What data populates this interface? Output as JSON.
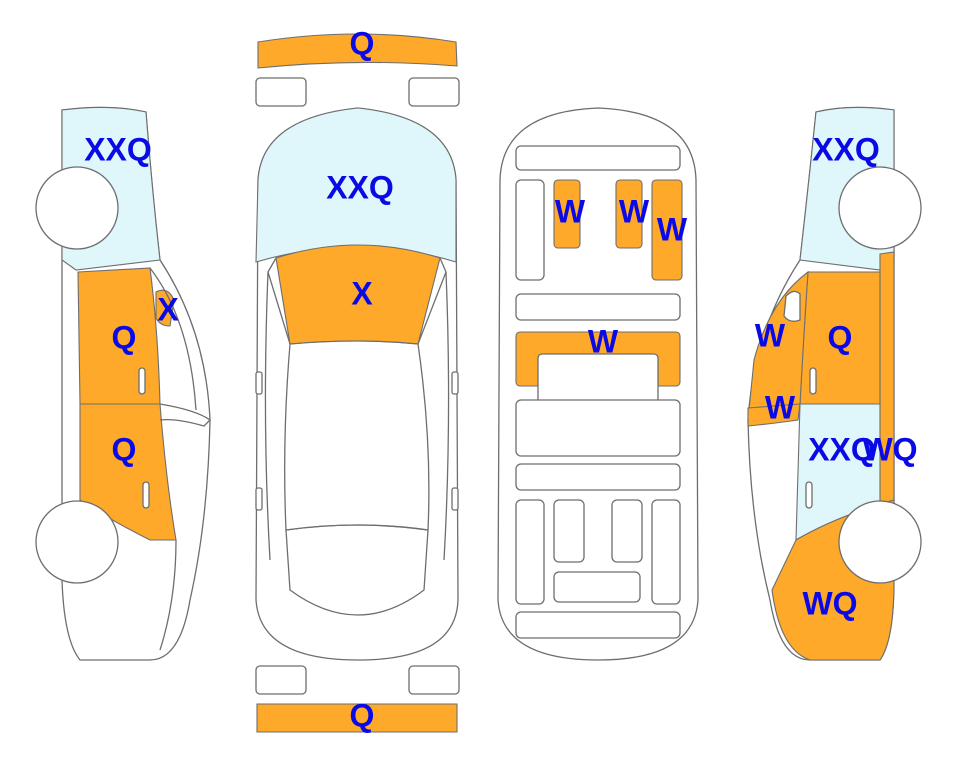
{
  "colors": {
    "damage": "#FFA92B",
    "glass": "#DFF6FB",
    "label": "#0A0AE6",
    "outline": "#6E6E6E"
  },
  "labels": {
    "front_bumper": "Q",
    "rear_bumper": "Q",
    "windshield": "XXQ",
    "hood": "X",
    "left_rear_window": "XXQ",
    "left_front_door": "Q",
    "left_rear_door": "Q",
    "left_mirror": "X",
    "interior_seat_1": "W",
    "interior_seat_2": "W",
    "interior_seat_3": "W",
    "interior_console": "W",
    "right_rear_window": "XXQ",
    "right_front_door_window": "W",
    "right_front_door": "Q",
    "right_a_pillar": "W",
    "right_rear_door_glass": "XXQ",
    "right_c_pillar": "WQ",
    "right_rear_quarter": "WQ"
  }
}
